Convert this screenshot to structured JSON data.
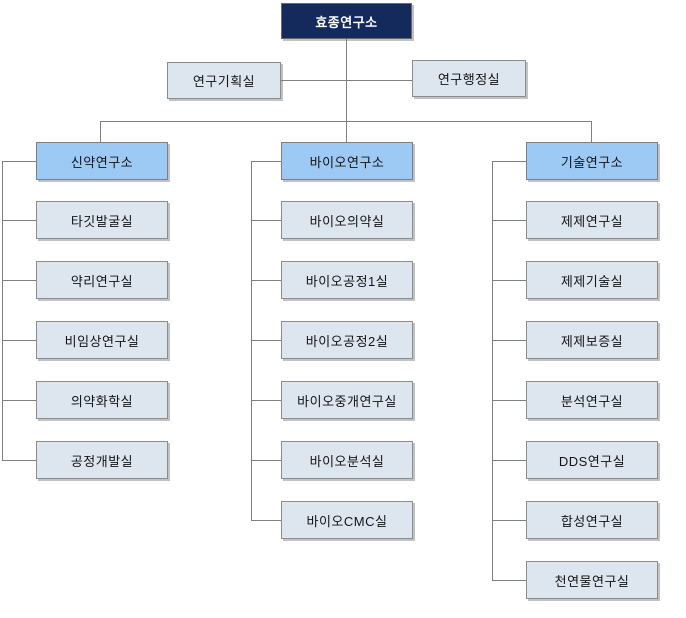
{
  "org": {
    "root": "효종연구소",
    "staff": [
      "연구기획실",
      "연구행정실"
    ],
    "divisions": [
      {
        "name": "신약연구소",
        "children": [
          "타깃발굴실",
          "약리연구실",
          "비임상연구실",
          "의약화학실",
          "공정개발실"
        ]
      },
      {
        "name": "바이오연구소",
        "children": [
          "바이오의약실",
          "바이오공정1실",
          "바이오공정2실",
          "바이오중개연구실",
          "바이오분석실",
          "바이오CMC실"
        ]
      },
      {
        "name": "기술연구소",
        "children": [
          "제제연구실",
          "제제기술실",
          "제제보증실",
          "분석연구실",
          "DDS연구실",
          "합성연구실",
          "천연물연구실"
        ]
      }
    ],
    "colors": {
      "root_fill": "#142A5C",
      "division_fill": "#9DCAF5",
      "child_fill": "#DDE5EF",
      "line_color": "#808080"
    }
  }
}
